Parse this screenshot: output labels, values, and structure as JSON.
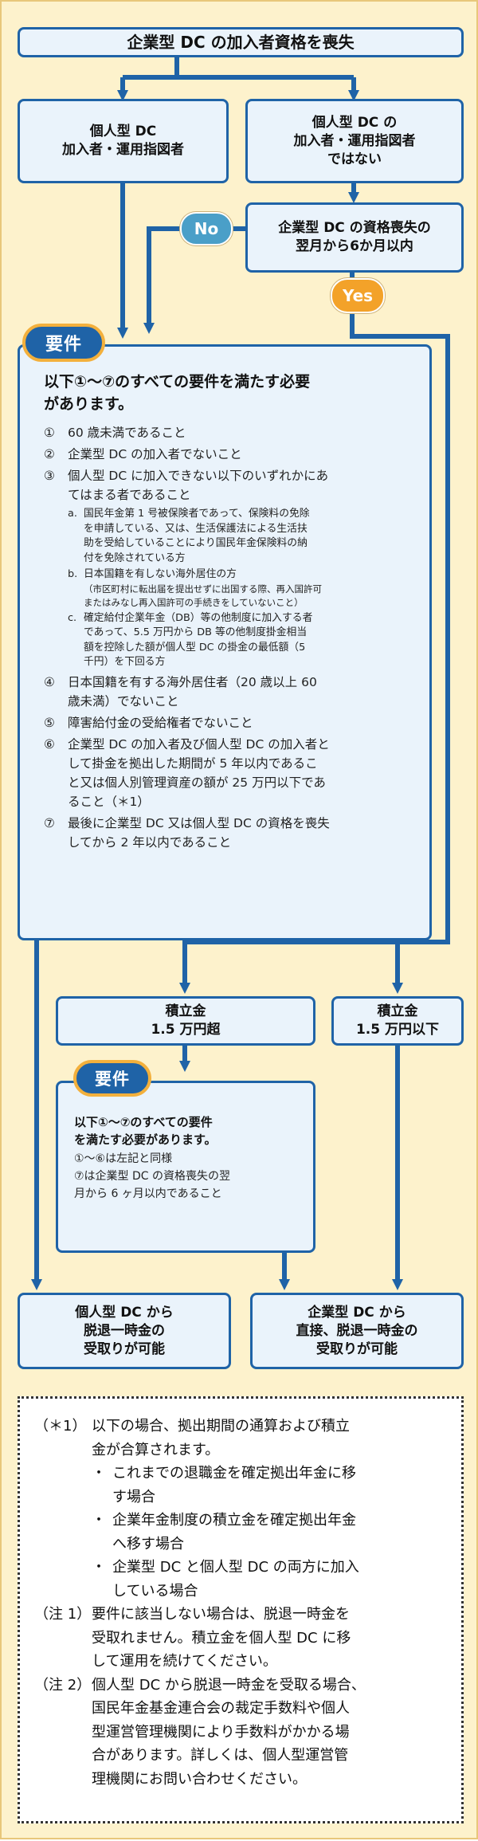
{
  "top": {
    "lines": [
      "企業型 DC の加入者資格を喪失"
    ]
  },
  "left_top": {
    "lines": [
      "個人型 DC",
      "加入者・運用指図者"
    ]
  },
  "right_top": {
    "lines": [
      "個人型 DC の",
      "加入者・運用指図者",
      "ではない"
    ]
  },
  "loss_box": {
    "lines": [
      "企業型 DC の資格喪失の",
      "翌月から6か月以内"
    ]
  },
  "no_label": "No",
  "yes_label": "Yes",
  "requirements": {
    "tag": "要件",
    "heading": [
      "以下①～⑦のすべての要件を満たす必要",
      "があります。"
    ],
    "items": [
      {
        "num": "①",
        "lines": [
          "60 歳未満であること"
        ]
      },
      {
        "num": "②",
        "lines": [
          "企業型 DC の加入者でないこと"
        ]
      },
      {
        "num": "③",
        "lines": [
          "個人型 DC に加入できない以下のいずれかにあ",
          "てはまる者であること"
        ],
        "sub": [
          {
            "mark": "a.",
            "lines": [
              "国民年金第 1 号被保険者であって、保険料の免除",
              "を申請している、又は、生活保護法による生活扶",
              "助を受給していることにより国民年金保険料の納",
              "付を免除されている方"
            ]
          },
          {
            "mark": "b.",
            "lines": [
              "日本国籍を有しない海外居住の方"
            ],
            "note": [
              "（市区町村に転出届を提出せずに出国する際、再入国許可",
              "またはみなし再入国許可の手続きをしていないこと）"
            ]
          },
          {
            "mark": "c.",
            "lines": [
              "確定給付企業年金（DB）等の他制度に加入する者",
              "であって、5.5 万円から DB 等の他制度掛金相当",
              "額を控除した額が個人型 DC の掛金の最低額（5",
              "千円）を下回る方"
            ]
          }
        ]
      },
      {
        "num": "④",
        "lines": [
          "日本国籍を有する海外居住者（20 歳以上 60",
          "歳未満）でないこと"
        ]
      },
      {
        "num": "⑤",
        "lines": [
          "障害給付金の受給権者でないこと"
        ]
      },
      {
        "num": "⑥",
        "lines": [
          "企業型 DC の加入者及び個人型 DC の加入者と",
          "して掛金を拠出した期間が 5 年以内であるこ",
          "と又は個人別管理資産の額が 25 万円以下であ",
          "ること（＊1）"
        ]
      },
      {
        "num": "⑦",
        "lines": [
          "最後に企業型 DC 又は個人型 DC の資格を喪失",
          "してから 2 年以内であること"
        ]
      }
    ]
  },
  "over_box": {
    "lines": [
      "積立金",
      "1.5 万円超"
    ]
  },
  "under_box": {
    "lines": [
      "積立金",
      "1.5 万円以下"
    ]
  },
  "requirements2": {
    "tag": "要件",
    "heading": [
      "以下①～⑦のすべての要件",
      "を満たす必要があります。"
    ],
    "lines": [
      [
        "①～⑥は左記と同様"
      ],
      [
        "⑦は企業型 DC の資格喪失の翌",
        "月から 6 ヶ月以内であること"
      ]
    ]
  },
  "result_left": {
    "lines": [
      "個人型 DC から",
      "脱退一時金の",
      "受取りが可能"
    ]
  },
  "result_right": {
    "lines": [
      "企業型 DC から",
      "直接、脱退一時金の",
      "受取りが可能"
    ]
  },
  "notes": {
    "n1": {
      "mark": "（＊1）",
      "lines": [
        "以下の場合、拠出期間の通算および積立",
        "金が合算されます。"
      ],
      "bullets": [
        [
          "これまでの退職金を確定拠出年金に移",
          "す場合"
        ],
        [
          "企業年金制度の積立金を確定拠出年金",
          "へ移す場合"
        ],
        [
          "企業型 DC と個人型 DC の両方に加入",
          "している場合"
        ]
      ],
      "bullet_mark": "・"
    },
    "n2": {
      "mark": "（注 1）",
      "lines": [
        "要件に該当しない場合は、脱退一時金を",
        "受取れません。積立金を個人型 DC に移",
        "して運用を続けてください。"
      ]
    },
    "n3": {
      "mark": "（注 2）",
      "lines": [
        "個人型 DC から脱退一時金を受取る場合、",
        "国民年金基金連合会の裁定手数料や個人",
        "型運営管理機関により手数料がかかる場",
        "合があります。詳しくは、個人型運営管",
        "理機関にお問い合わせください。"
      ]
    }
  },
  "colors": {
    "flow": "#1f63a7",
    "box_fill": "#eaf3fb",
    "background": "#fdf2cc",
    "no": "#4a9fc8",
    "yes": "#f3a229",
    "tag_border": "#f3b03c"
  }
}
